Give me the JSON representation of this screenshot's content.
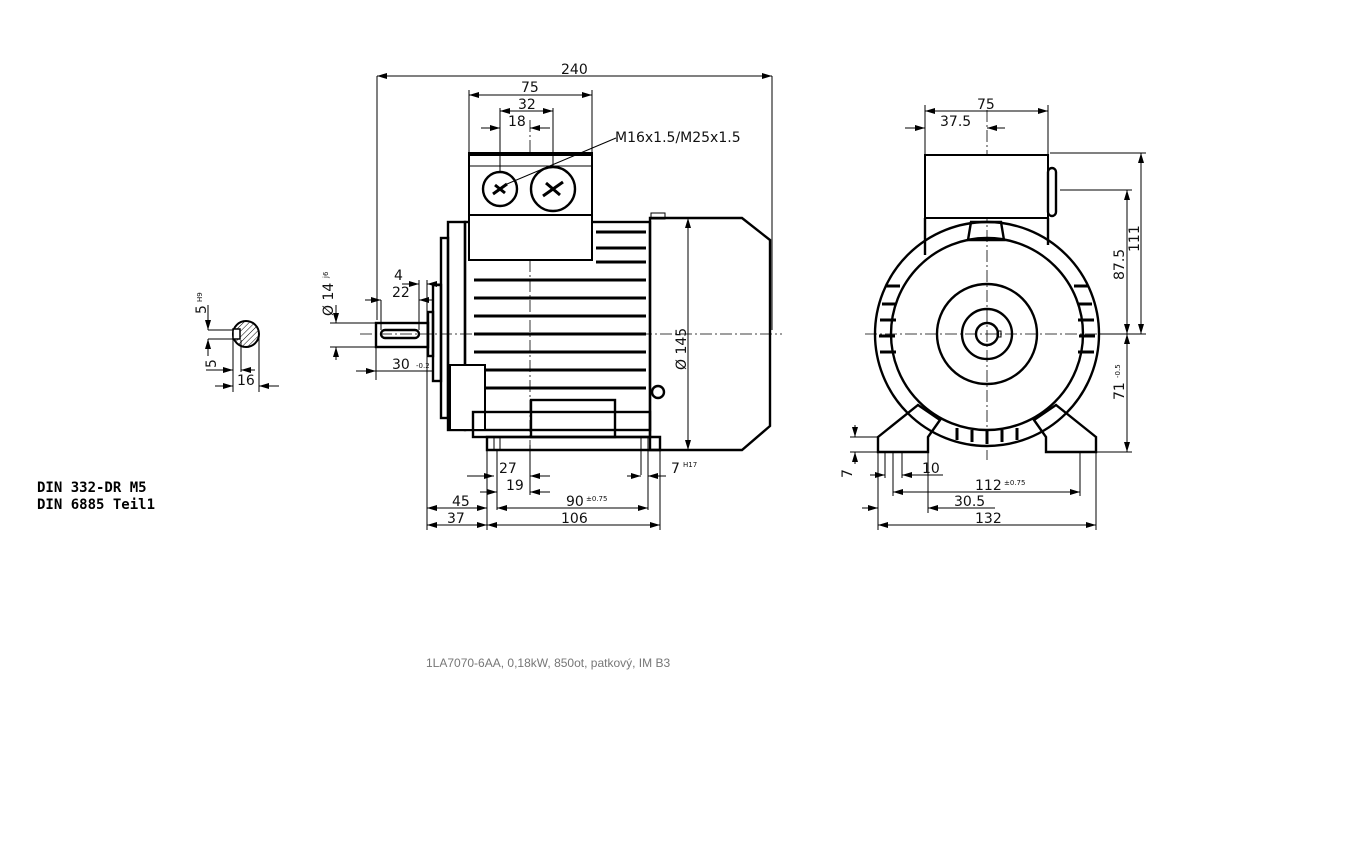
{
  "standards": [
    "DIN 332-DR M5",
    "DIN 6885 Teil1"
  ],
  "caption": "1LA7070-6AA,  0,18kW, 850ot, patkový, IM B3",
  "side_view": {
    "overall_length": "240",
    "terminal_box_width": "75",
    "gland_spacing": "32",
    "gland_offset": "18",
    "gland_thread": "M16x1.5/M25x1.5",
    "shaft_diameter": "Ø 14",
    "shaft_diameter_tol": "j6",
    "key_offset": "4",
    "key_length": "22",
    "shaft_length": "30",
    "shaft_length_tol": "-0.2",
    "housing_diameter": "Ø 145",
    "foot_27": "27",
    "foot_19": "19",
    "dim_45": "45",
    "dim_90": "90",
    "dim_90_tol": "±0.75",
    "dim_37": "37",
    "dim_106": "106",
    "hole_7": "7",
    "hole_7_tol": "H17"
  },
  "key_section": {
    "key_width": "5",
    "key_width_tol": "H9",
    "key_depth": "5",
    "shaft_height": "16"
  },
  "front_view": {
    "box_width": "75",
    "box_half": "37.5",
    "height_111": "111",
    "height_87_5": "87.5",
    "shaft_height": "71",
    "shaft_height_tol": "-0.5",
    "foot_thickness": "7",
    "hole_10": "10",
    "foot_spacing": "112",
    "foot_spacing_tol": "±0.75",
    "dim_30_5": "30.5",
    "overall_width": "132"
  }
}
